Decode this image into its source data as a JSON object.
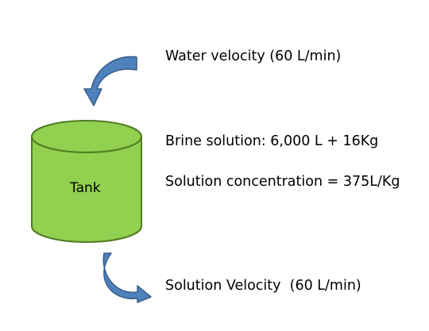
{
  "colors": {
    "tank_fill": "#92d050",
    "tank_stroke": "#4f7b22",
    "arrow_fill": "#4f81bd",
    "arrow_stroke": "#385d8a"
  },
  "tank": {
    "label": "Tank",
    "shape": "cylinder"
  },
  "inflow": {
    "label": "Water velocity (60 L/min)",
    "icon": "curved-arrow-down-icon"
  },
  "mixture": {
    "brine_label": "Brine solution: 6,000 L + 16Kg",
    "concentration_label": "Solution concentration = 375L/Kg"
  },
  "outflow": {
    "label": "Solution Velocity  (60 L/min)",
    "icon": "curved-arrow-right-icon"
  }
}
